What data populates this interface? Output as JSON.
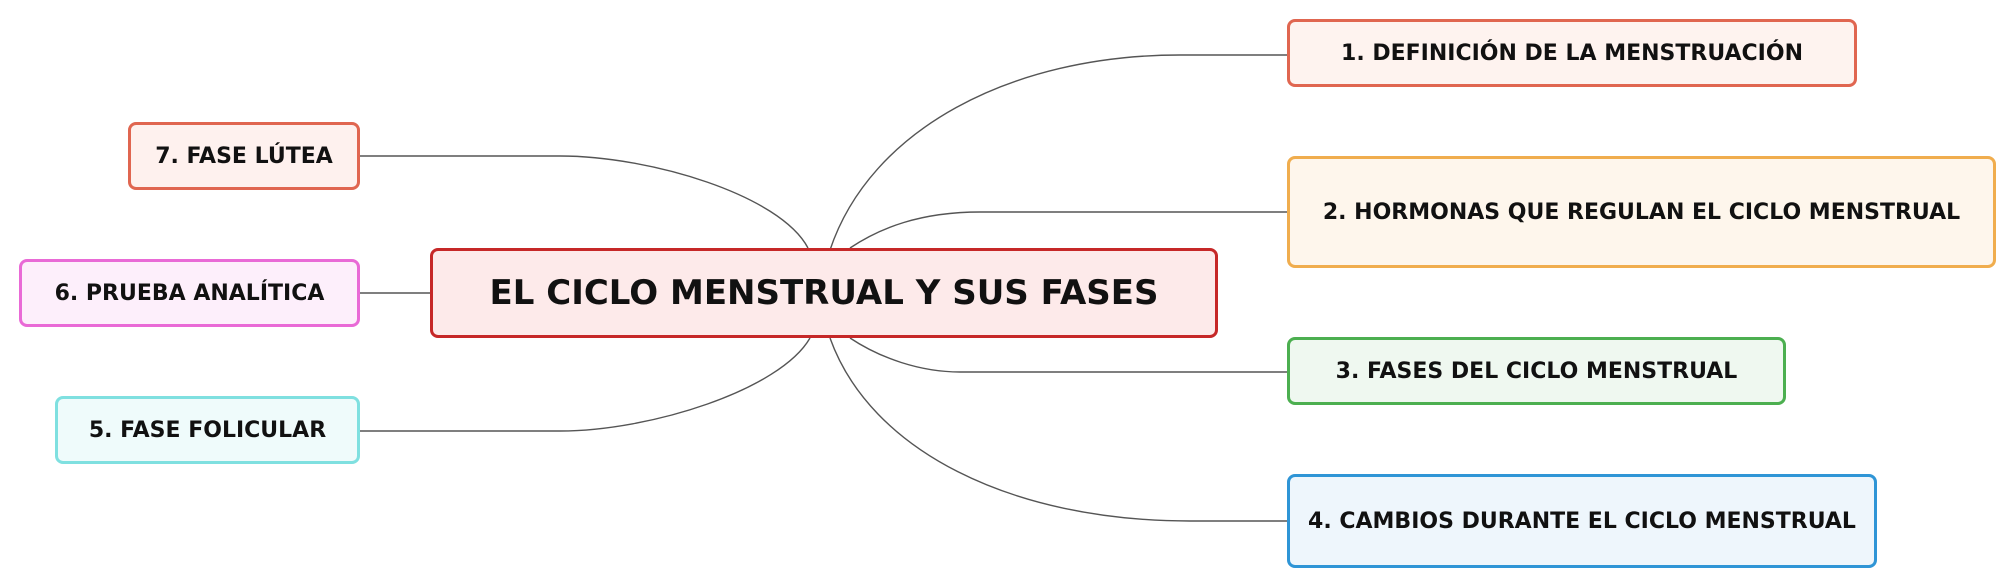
{
  "central": {
    "label": "EL CICLO MENSTRUAL Y SUS FASES",
    "border_color": "#c62828",
    "fill_color": "#fdeaea"
  },
  "topics": [
    {
      "label": "1. DEFINICIÓN DE LA MENSTRUACIÓN",
      "border_color": "#e06650",
      "fill_color": "#fef3ef"
    },
    {
      "label": "2. HORMONAS QUE REGULAN EL CICLO MENSTRUAL",
      "border_color": "#f0ad4e",
      "fill_color": "#fef6ec"
    },
    {
      "label": "3. FASES DEL CICLO MENSTRUAL",
      "border_color": "#4caf50",
      "fill_color": "#eff8f0"
    },
    {
      "label": "4. CAMBIOS DURANTE EL CICLO MENSTRUAL",
      "border_color": "#2f95d6",
      "fill_color": "#eef6fc"
    },
    {
      "label": "5. FASE FOLICULAR",
      "border_color": "#7fe0e0",
      "fill_color": "#effbfb"
    },
    {
      "label": "6. PRUEBA ANALÍTICA",
      "border_color": "#e96ad6",
      "fill_color": "#fdeffb"
    },
    {
      "label": "7. FASE LÚTEA",
      "border_color": "#e06650",
      "fill_color": "#fef1ee"
    }
  ],
  "connector_color": "#555555"
}
